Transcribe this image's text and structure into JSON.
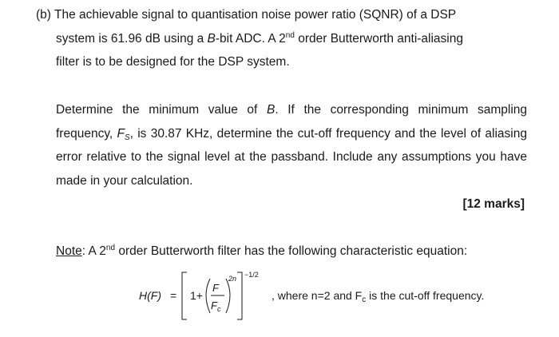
{
  "question": {
    "part_label": "(b)",
    "intro_line1": "The achievable signal to quantisation noise power ratio (SQNR) of a DSP",
    "intro_line2_a": "system is 61.96 dB using a ",
    "intro_line2_b": "B",
    "intro_line2_c": "-bit ADC. A 2",
    "intro_line2_sup": "nd",
    "intro_line2_d": " order Butterworth anti-aliasing",
    "intro_line3": "filter is to be designed for the DSP system.",
    "task_a": "Determine the minimum value of ",
    "task_b": "B",
    "task_c": ". If the corresponding minimum sampling frequency, ",
    "task_fs_F": "F",
    "task_fs_sub": "S",
    "task_d": ", is 30.87 KHz, determine the cut-off frequency and the level of aliasing error relative to the signal level at the passband. Include any assumptions you have made in your calculation.",
    "marks": "[12 marks]"
  },
  "note": {
    "label": "Note",
    "text_a": ":  A 2",
    "sup": "nd",
    "text_b": " order Butterworth filter has the following characteristic equation:"
  },
  "equation": {
    "lhs": "H(F)",
    "equals": "=",
    "one_plus": "1+",
    "numerator": "F",
    "denominator_F": "F",
    "denominator_sub": "c",
    "inner_exponent": "2n",
    "outer_exponent": "−1/2",
    "where_a": ", where n=2 and F",
    "where_sub": "c",
    "where_b": " is the cut-off frequency."
  }
}
